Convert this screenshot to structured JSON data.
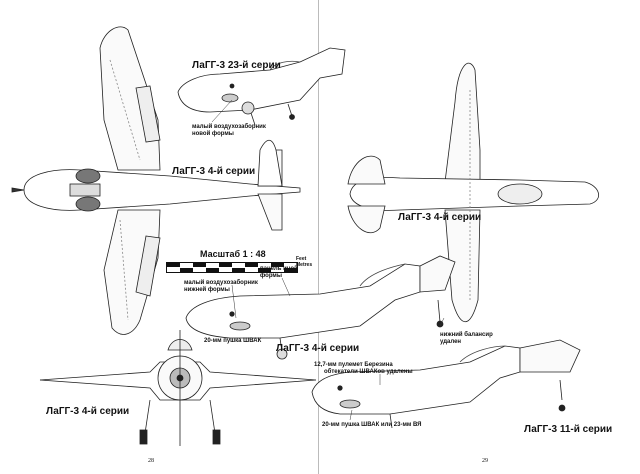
{
  "labels": {
    "top_right_side": "ЛаГГ-3 23-й серии",
    "top_left_plan": "ЛаГГ-3 4-й серии",
    "right_plan": "ЛаГГ-3 4-й серии",
    "mid_side": "ЛаГГ-3 4-й серии",
    "front_view": "ЛаГГ-3 4-й серии",
    "bottom_right_side": "ЛаГГ-3 11-й серии"
  },
  "notes": {
    "air_intake_new_1": "малый воздухозаборник",
    "air_intake_new_2": "новой формы",
    "air_intake_lower_1": "малый воздухозаборник",
    "air_intake_lower_2": "нижней формы",
    "panel_1": "панель иной",
    "panel_2": "формы",
    "shvak": "20-мм пушка ШВАК",
    "balancer_1": "нижний балансир",
    "balancer_2": "удален",
    "mg_1": "12,7-мм пулемет Березина",
    "mg_2": "обтекатели ШВАКов удалены",
    "shvak_vya": "20-мм пушка ШВАК или 23-мм  ВЯ"
  },
  "scale": {
    "title": "Масштаб 1 : 48",
    "unit_1": "Feet",
    "unit_2": "Metres"
  },
  "pages": {
    "left": "28",
    "right": "29"
  }
}
